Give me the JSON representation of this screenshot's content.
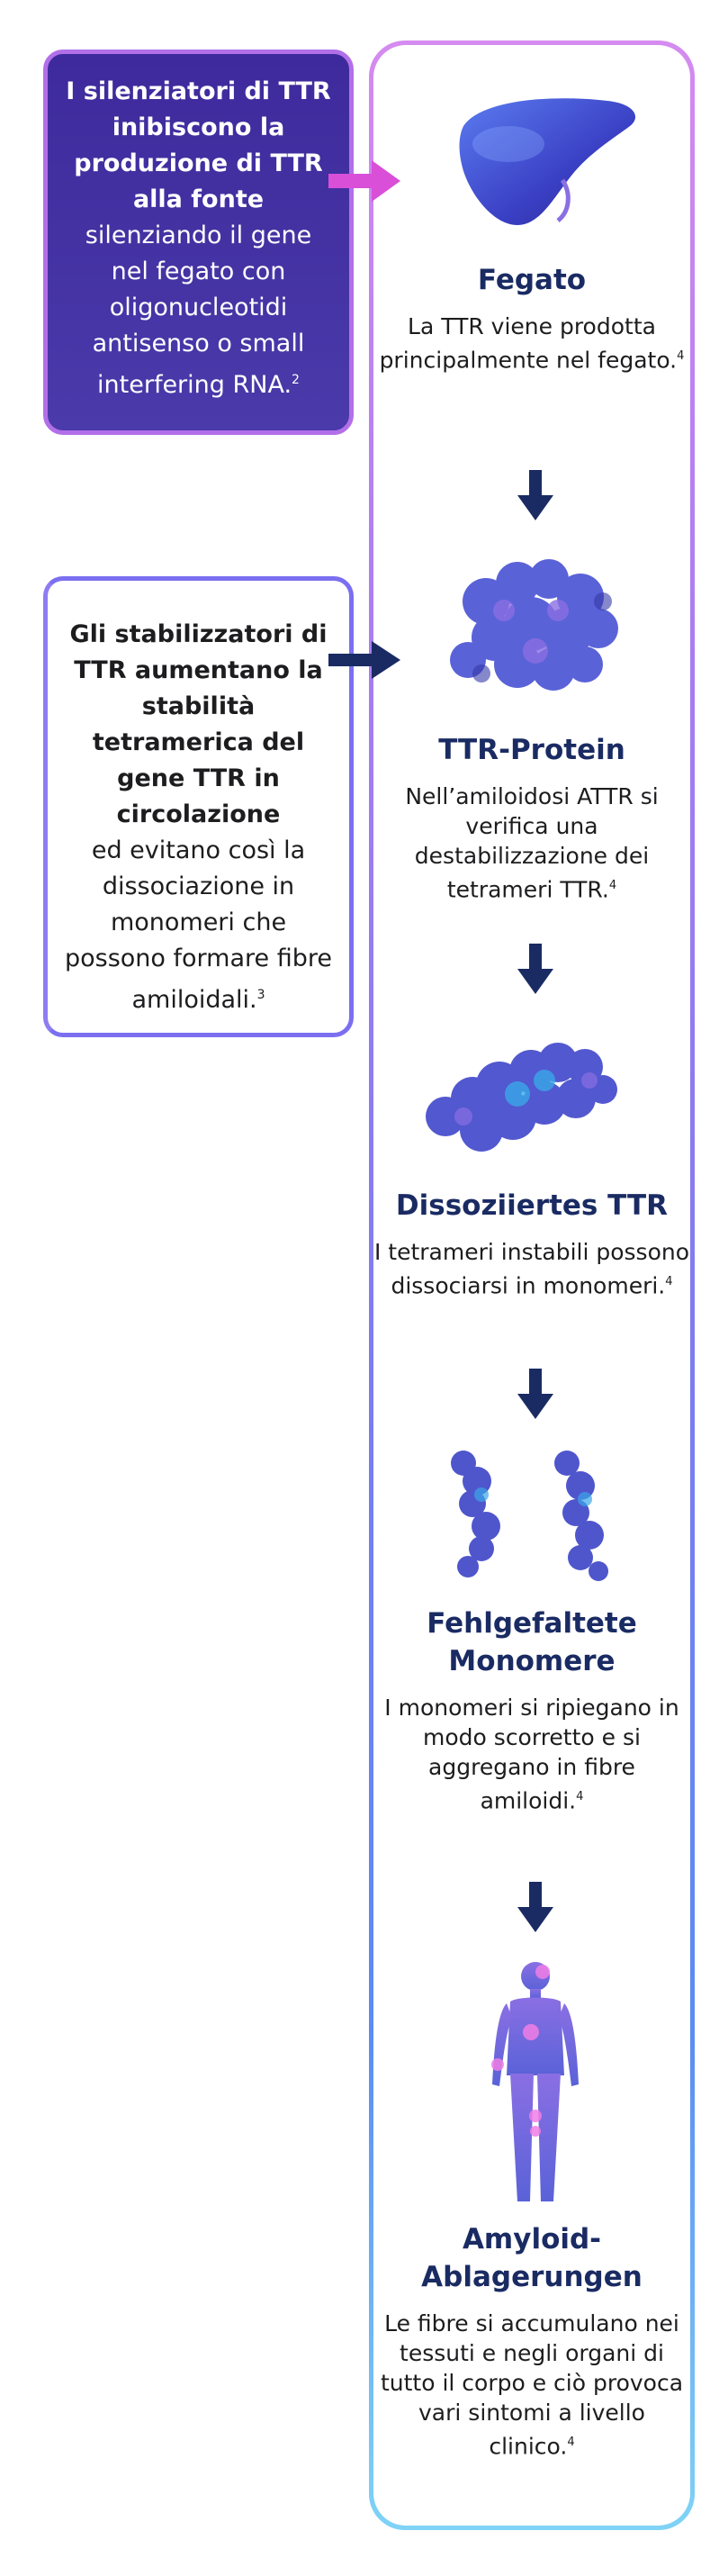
{
  "silencer": {
    "bold": "I silenziatori di TTR inibiscono la produzione di TTR alla fonte",
    "text": "silenziando il gene nel fegato con oligonucleotidi antisenso o small interfering RNA.",
    "ref": "2"
  },
  "stabilizer": {
    "bold": "Gli stabilizzatori di TTR aumentano la stabilità tetramerica del gene TTR in circolazione",
    "text": "ed evitano così la dissociazione in monomeri che possono formare fibre amiloidali.",
    "ref": "3"
  },
  "steps": [
    {
      "title": "Fegato",
      "desc": "La TTR viene prodotta principalmente nel fegato.",
      "ref": "4"
    },
    {
      "title": "TTR-Protein",
      "desc": "Nell’amiloidosi ATTR si verifica una destabilizzazione dei tetrameri TTR.",
      "ref": "4"
    },
    {
      "title": "Dissoziiertes TTR",
      "desc": "I tetrameri instabili possono dissociarsi in monomeri.",
      "ref": "4"
    },
    {
      "title": "Fehlgefaltete Monomere",
      "desc": "I monomeri si ripiegano in modo scorretto e si aggregano in fibre amiloidi.",
      "ref": "4"
    },
    {
      "title": "Amyloid-Ablagerungen",
      "desc": "Le fibre si accumulano nei tessuti e negli organi di tutto il corpo e ciò provoca vari sintomi a livello clinico.",
      "ref": "4"
    }
  ],
  "colors": {
    "navy": "#1a2b63",
    "silencer_bg": "#3e2a9c",
    "silencer_border": "#b26fe8",
    "arrow_pink": "#d94fd8",
    "arrow_navy": "#1a2b63"
  },
  "icons": [
    "liver-icon",
    "ttr-protein-icon",
    "dissociated-ttr-icon",
    "misfolded-monomers-icon",
    "human-body-icon"
  ]
}
